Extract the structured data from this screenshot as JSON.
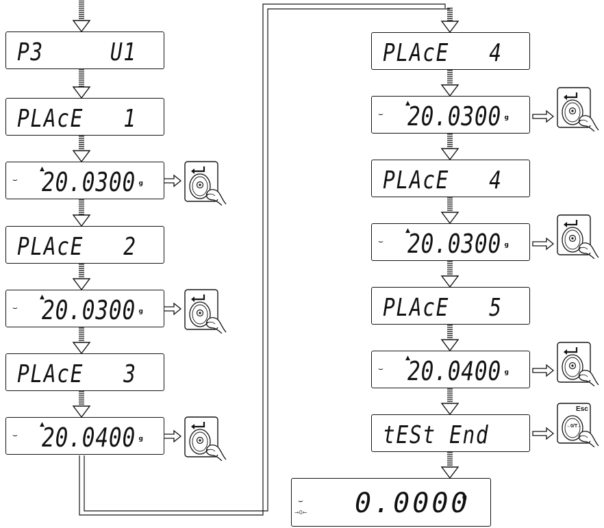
{
  "displays": [
    {
      "id": "d1",
      "kind": "msg",
      "text": "P3     U1"
    },
    {
      "id": "d2",
      "kind": "msg",
      "text": "PLAcE   1"
    },
    {
      "id": "d3",
      "kind": "reading",
      "value": "20.0300",
      "unit": "g"
    },
    {
      "id": "d4",
      "kind": "msg",
      "text": "PLAcE   2"
    },
    {
      "id": "d5",
      "kind": "reading",
      "value": "20.0300",
      "unit": "g"
    },
    {
      "id": "d6",
      "kind": "msg",
      "text": "PLAcE   3"
    },
    {
      "id": "d7",
      "kind": "reading",
      "value": "20.0400",
      "unit": "g"
    },
    {
      "id": "d8",
      "kind": "msg",
      "text": "PLAcE   4"
    },
    {
      "id": "d9",
      "kind": "reading",
      "value": "20.0300",
      "unit": "g"
    },
    {
      "id": "d10",
      "kind": "msg",
      "text": "PLAcE   4"
    },
    {
      "id": "d11",
      "kind": "reading",
      "value": "20.0300",
      "unit": "g"
    },
    {
      "id": "d12",
      "kind": "msg",
      "text": "PLAcE   5"
    },
    {
      "id": "d13",
      "kind": "reading",
      "value": "20.0400",
      "unit": "g"
    },
    {
      "id": "d14",
      "kind": "msg",
      "text": "tESt End"
    },
    {
      "id": "d15",
      "kind": "final",
      "value": "0.0000",
      "unit": "g",
      "zero_indicator": "→0←"
    }
  ],
  "keys": {
    "enter": {
      "icon": "enter-key-icon"
    },
    "esc": {
      "icon": "esc-tare-key-icon",
      "label_top": "Esc",
      "label_mid": "→0/T←"
    }
  },
  "colors": {
    "line": "#111111",
    "background": "#ffffff"
  }
}
